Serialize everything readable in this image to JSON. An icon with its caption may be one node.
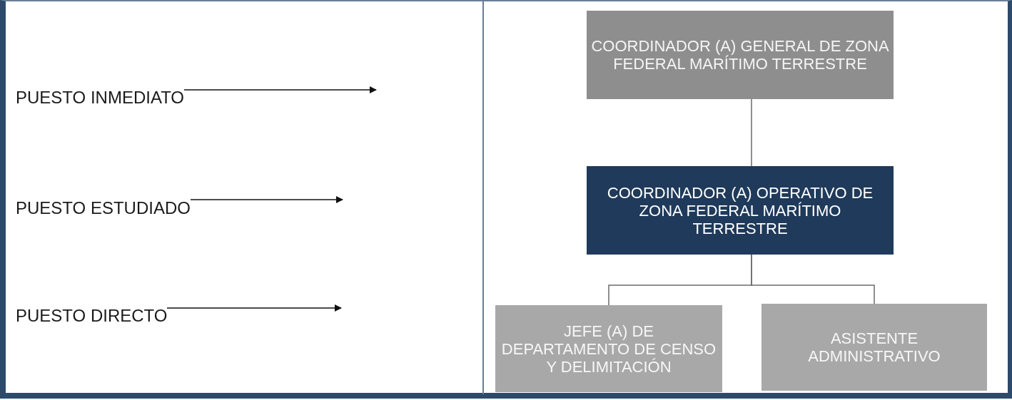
{
  "diagram": {
    "nodes": [
      {
        "text": [
          "PUESTO INMEDIATO"
        ]
      },
      {
        "text": [
          "PUESTO ESTUDIADO"
        ]
      },
      {
        "text": [
          "PUESTO DIRECTO"
        ]
      },
      {
        "text": [
          "COORDINADOR (A) GENERAL DE ZONA FEDERAL MARÍTIMO TERRESTRE"
        ]
      },
      {
        "text": [
          "COORDINADOR (A) OPERATIVO DE ZONA FEDERAL MARÍTIMO TERRESTRE"
        ]
      },
      {
        "text": [
          "JEFE (A) DE DEPARTAMENTO DE CENSO Y DELIMITACIÓN"
        ]
      },
      {
        "text": [
          "ASISTENTE ADMINISTRATIVO"
        ]
      }
    ],
    "edges": [
      {
        "from": 0,
        "to": null,
        "arrow": "to"
      },
      {
        "from": 1,
        "to": null,
        "arrow": "to"
      },
      {
        "from": 2,
        "to": null,
        "arrow": "to"
      },
      {
        "from": 3,
        "to": 4,
        "arrow": "none"
      },
      {
        "from": 4,
        "to": 5,
        "arrow": "none"
      },
      {
        "from": 4,
        "to": 6,
        "arrow": "none"
      }
    ]
  }
}
